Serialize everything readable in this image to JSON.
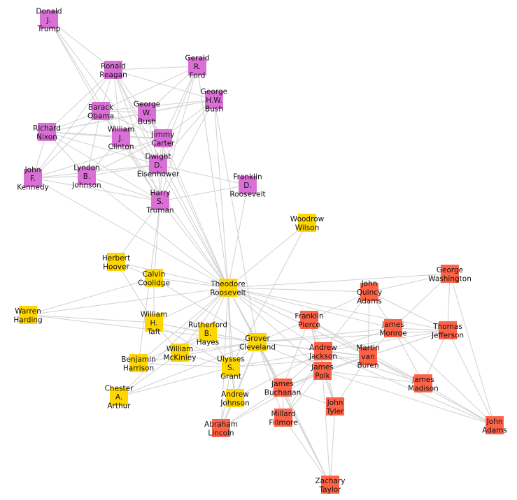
{
  "colors": {
    "modern": "#da70d6",
    "middle": "#ffd700",
    "early": "#ff6347",
    "edge": "#d0d0d0"
  },
  "nodes": [
    {
      "id": "trump",
      "label": [
        "Donald",
        "J.",
        "Trump"
      ],
      "group": "modern"
    },
    {
      "id": "reagan",
      "label": [
        "Ronald",
        "Reagan"
      ],
      "group": "modern"
    },
    {
      "id": "ford",
      "label": [
        "Gerald",
        "R.",
        "Ford"
      ],
      "group": "modern"
    },
    {
      "id": "ghwbush",
      "label": [
        "George",
        "H.W.",
        "Bush"
      ],
      "group": "modern"
    },
    {
      "id": "gwbush",
      "label": [
        "George",
        "W.",
        "Bush"
      ],
      "group": "modern"
    },
    {
      "id": "obama",
      "label": [
        "Barack",
        "Obama"
      ],
      "group": "modern"
    },
    {
      "id": "nixon",
      "label": [
        "Richard",
        "Nixon"
      ],
      "group": "modern"
    },
    {
      "id": "clinton",
      "label": [
        "William",
        "J.",
        "Clinton"
      ],
      "group": "modern"
    },
    {
      "id": "carter",
      "label": [
        "Jimmy",
        "Carter"
      ],
      "group": "modern"
    },
    {
      "id": "jfk",
      "label": [
        "John",
        "F.",
        "Kennedy"
      ],
      "group": "modern"
    },
    {
      "id": "lbj",
      "label": [
        "Lyndon",
        "B.",
        "Johnson"
      ],
      "group": "modern"
    },
    {
      "id": "eisenhower",
      "label": [
        "Dwight",
        "D.",
        "Eisenhower"
      ],
      "group": "modern"
    },
    {
      "id": "truman",
      "label": [
        "Harry",
        "S.",
        "Truman"
      ],
      "group": "modern"
    },
    {
      "id": "fdr",
      "label": [
        "Franklin",
        "D.",
        "Roosevelt"
      ],
      "group": "modern"
    },
    {
      "id": "wilson",
      "label": [
        "Woodrow",
        "Wilson"
      ],
      "group": "middle"
    },
    {
      "id": "hoover",
      "label": [
        "Herbert",
        "Hoover"
      ],
      "group": "middle"
    },
    {
      "id": "coolidge",
      "label": [
        "Calvin",
        "Coolidge"
      ],
      "group": "middle"
    },
    {
      "id": "troosevelt",
      "label": [
        "Theodore",
        "Roosevelt"
      ],
      "group": "middle"
    },
    {
      "id": "harding",
      "label": [
        "Warren",
        "Harding"
      ],
      "group": "middle"
    },
    {
      "id": "taft",
      "label": [
        "William",
        "H.",
        "Taft"
      ],
      "group": "middle"
    },
    {
      "id": "hayes",
      "label": [
        "Rutherford",
        "B.",
        "Hayes"
      ],
      "group": "middle"
    },
    {
      "id": "bharrison",
      "label": [
        "Benjamin",
        "Harrison"
      ],
      "group": "middle"
    },
    {
      "id": "mckinley",
      "label": [
        "William",
        "McKinley"
      ],
      "group": "middle"
    },
    {
      "id": "cleveland",
      "label": [
        "Grover",
        "Cleveland"
      ],
      "group": "middle"
    },
    {
      "id": "grant",
      "label": [
        "Ulysses",
        "S.",
        "Grant"
      ],
      "group": "middle"
    },
    {
      "id": "arthur",
      "label": [
        "Chester",
        "A.",
        "Arthur"
      ],
      "group": "middle"
    },
    {
      "id": "ajohnson",
      "label": [
        "Andrew",
        "Johnson"
      ],
      "group": "middle"
    },
    {
      "id": "lincoln",
      "label": [
        "Abraham",
        "Lincoln"
      ],
      "group": "early"
    },
    {
      "id": "buchanan",
      "label": [
        "James",
        "Buchanan"
      ],
      "group": "early"
    },
    {
      "id": "fillmore",
      "label": [
        "Millard",
        "Fillmore"
      ],
      "group": "early"
    },
    {
      "id": "pierce",
      "label": [
        "Franklin",
        "Pierce"
      ],
      "group": "early"
    },
    {
      "id": "jackson",
      "label": [
        "Andrew",
        "Jackson"
      ],
      "group": "early"
    },
    {
      "id": "polk",
      "label": [
        "James",
        "Polk"
      ],
      "group": "early"
    },
    {
      "id": "tyler",
      "label": [
        "John",
        "Tyler"
      ],
      "group": "early"
    },
    {
      "id": "taylor",
      "label": [
        "Zachary",
        "Taylor"
      ],
      "group": "early"
    },
    {
      "id": "mvb",
      "label": [
        "Martin",
        "van",
        "Buren"
      ],
      "group": "early"
    },
    {
      "id": "jqa",
      "label": [
        "John",
        "Quincy",
        "Adams"
      ],
      "group": "early"
    },
    {
      "id": "monroe",
      "label": [
        "James",
        "Monroe"
      ],
      "group": "early"
    },
    {
      "id": "washington",
      "label": [
        "George",
        "Washington"
      ],
      "group": "early"
    },
    {
      "id": "jefferson",
      "label": [
        "Thomas",
        "Jefferson"
      ],
      "group": "early"
    },
    {
      "id": "madison",
      "label": [
        "James",
        "Madison"
      ],
      "group": "early"
    },
    {
      "id": "jadams",
      "label": [
        "John",
        "Adams"
      ],
      "group": "early"
    }
  ],
  "edges": [
    [
      "trump",
      "reagan"
    ],
    [
      "trump",
      "obama"
    ],
    [
      "trump",
      "clinton"
    ],
    [
      "trump",
      "eisenhower"
    ],
    [
      "reagan",
      "ford"
    ],
    [
      "reagan",
      "ghwbush"
    ],
    [
      "reagan",
      "obama"
    ],
    [
      "reagan",
      "nixon"
    ],
    [
      "reagan",
      "clinton"
    ],
    [
      "reagan",
      "carter"
    ],
    [
      "reagan",
      "eisenhower"
    ],
    [
      "reagan",
      "truman"
    ],
    [
      "reagan",
      "troosevelt"
    ],
    [
      "ford",
      "gwbush"
    ],
    [
      "ford",
      "obama"
    ],
    [
      "ford",
      "carter"
    ],
    [
      "ford",
      "eisenhower"
    ],
    [
      "ford",
      "truman"
    ],
    [
      "ford",
      "troosevelt"
    ],
    [
      "ghwbush",
      "gwbush"
    ],
    [
      "ghwbush",
      "obama"
    ],
    [
      "ghwbush",
      "nixon"
    ],
    [
      "ghwbush",
      "carter"
    ],
    [
      "ghwbush",
      "eisenhower"
    ],
    [
      "ghwbush",
      "truman"
    ],
    [
      "ghwbush",
      "troosevelt"
    ],
    [
      "ghwbush",
      "cleveland"
    ],
    [
      "gwbush",
      "obama"
    ],
    [
      "gwbush",
      "nixon"
    ],
    [
      "gwbush",
      "clinton"
    ],
    [
      "gwbush",
      "carter"
    ],
    [
      "gwbush",
      "eisenhower"
    ],
    [
      "gwbush",
      "troosevelt"
    ],
    [
      "obama",
      "nixon"
    ],
    [
      "obama",
      "clinton"
    ],
    [
      "obama",
      "lbj"
    ],
    [
      "obama",
      "jfk"
    ],
    [
      "obama",
      "carter"
    ],
    [
      "obama",
      "truman"
    ],
    [
      "nixon",
      "clinton"
    ],
    [
      "nixon",
      "carter"
    ],
    [
      "nixon",
      "jfk"
    ],
    [
      "nixon",
      "lbj"
    ],
    [
      "nixon",
      "eisenhower"
    ],
    [
      "nixon",
      "truman"
    ],
    [
      "clinton",
      "carter"
    ],
    [
      "clinton",
      "lbj"
    ],
    [
      "clinton",
      "eisenhower"
    ],
    [
      "clinton",
      "truman"
    ],
    [
      "clinton",
      "troosevelt"
    ],
    [
      "carter",
      "lbj"
    ],
    [
      "carter",
      "jfk"
    ],
    [
      "carter",
      "eisenhower"
    ],
    [
      "carter",
      "truman"
    ],
    [
      "carter",
      "troosevelt"
    ],
    [
      "jfk",
      "lbj"
    ],
    [
      "jfk",
      "eisenhower"
    ],
    [
      "jfk",
      "truman"
    ],
    [
      "jfk",
      "troosevelt"
    ],
    [
      "jfk",
      "reagan"
    ],
    [
      "lbj",
      "eisenhower"
    ],
    [
      "lbj",
      "truman"
    ],
    [
      "lbj",
      "troosevelt"
    ],
    [
      "eisenhower",
      "truman"
    ],
    [
      "eisenhower",
      "fdr"
    ],
    [
      "eisenhower",
      "troosevelt"
    ],
    [
      "truman",
      "fdr"
    ],
    [
      "truman",
      "troosevelt"
    ],
    [
      "truman",
      "coolidge"
    ],
    [
      "truman",
      "hoover"
    ],
    [
      "truman",
      "bharrison"
    ],
    [
      "fdr",
      "troosevelt"
    ],
    [
      "wilson",
      "troosevelt"
    ],
    [
      "wilson",
      "grant"
    ],
    [
      "hoover",
      "troosevelt"
    ],
    [
      "hoover",
      "coolidge"
    ],
    [
      "hoover",
      "taft"
    ],
    [
      "coolidge",
      "troosevelt"
    ],
    [
      "coolidge",
      "harding"
    ],
    [
      "coolidge",
      "taft"
    ],
    [
      "coolidge",
      "cleveland"
    ],
    [
      "harding",
      "troosevelt"
    ],
    [
      "harding",
      "taft"
    ],
    [
      "harding",
      "cleveland"
    ],
    [
      "troosevelt",
      "taft"
    ],
    [
      "troosevelt",
      "hayes"
    ],
    [
      "troosevelt",
      "bharrison"
    ],
    [
      "troosevelt",
      "mckinley"
    ],
    [
      "troosevelt",
      "cleveland"
    ],
    [
      "troosevelt",
      "grant"
    ],
    [
      "troosevelt",
      "arthur"
    ],
    [
      "troosevelt",
      "ajohnson"
    ],
    [
      "troosevelt",
      "lincoln"
    ],
    [
      "troosevelt",
      "buchanan"
    ],
    [
      "troosevelt",
      "pierce"
    ],
    [
      "troosevelt",
      "jackson"
    ],
    [
      "troosevelt",
      "polk"
    ],
    [
      "troosevelt",
      "mvb"
    ],
    [
      "troosevelt",
      "jqa"
    ],
    [
      "troosevelt",
      "washington"
    ],
    [
      "troosevelt",
      "jefferson"
    ],
    [
      "troosevelt",
      "madison"
    ],
    [
      "troosevelt",
      "monroe"
    ],
    [
      "troosevelt",
      "taylor"
    ],
    [
      "taft",
      "hayes"
    ],
    [
      "taft",
      "mckinley"
    ],
    [
      "taft",
      "cleveland"
    ],
    [
      "taft",
      "grant"
    ],
    [
      "hayes",
      "cleveland"
    ],
    [
      "hayes",
      "grant"
    ],
    [
      "hayes",
      "mckinley"
    ],
    [
      "hayes",
      "bharrison"
    ],
    [
      "bharrison",
      "cleveland"
    ],
    [
      "bharrison",
      "grant"
    ],
    [
      "mckinley",
      "cleveland"
    ],
    [
      "mckinley",
      "grant"
    ],
    [
      "mckinley",
      "arthur"
    ],
    [
      "arthur",
      "cleveland"
    ],
    [
      "arthur",
      "grant"
    ],
    [
      "cleveland",
      "grant"
    ],
    [
      "cleveland",
      "ajohnson"
    ],
    [
      "cleveland",
      "lincoln"
    ],
    [
      "cleveland",
      "buchanan"
    ],
    [
      "cleveland",
      "fillmore"
    ],
    [
      "cleveland",
      "pierce"
    ],
    [
      "cleveland",
      "jackson"
    ],
    [
      "cleveland",
      "polk"
    ],
    [
      "cleveland",
      "mvb"
    ],
    [
      "cleveland",
      "monroe"
    ],
    [
      "cleveland",
      "jefferson"
    ],
    [
      "cleveland",
      "taylor"
    ],
    [
      "grant",
      "ajohnson"
    ],
    [
      "grant",
      "lincoln"
    ],
    [
      "grant",
      "jackson"
    ],
    [
      "grant",
      "mvb"
    ],
    [
      "ajohnson",
      "lincoln"
    ],
    [
      "ajohnson",
      "jackson"
    ],
    [
      "lincoln",
      "polk"
    ],
    [
      "lincoln",
      "buchanan"
    ],
    [
      "buchanan",
      "fillmore"
    ],
    [
      "buchanan",
      "pierce"
    ],
    [
      "buchanan",
      "jackson"
    ],
    [
      "buchanan",
      "polk"
    ],
    [
      "buchanan",
      "tyler"
    ],
    [
      "buchanan",
      "taylor"
    ],
    [
      "buchanan",
      "mvb"
    ],
    [
      "fillmore",
      "jackson"
    ],
    [
      "fillmore",
      "polk"
    ],
    [
      "fillmore",
      "taylor"
    ],
    [
      "pierce",
      "jackson"
    ],
    [
      "pierce",
      "polk"
    ],
    [
      "pierce",
      "mvb"
    ],
    [
      "pierce",
      "tyler"
    ],
    [
      "pierce",
      "jqa"
    ],
    [
      "pierce",
      "madison"
    ],
    [
      "jackson",
      "polk"
    ],
    [
      "jackson",
      "mvb"
    ],
    [
      "jackson",
      "jqa"
    ],
    [
      "jackson",
      "monroe"
    ],
    [
      "jackson",
      "jefferson"
    ],
    [
      "jackson",
      "madison"
    ],
    [
      "jackson",
      "jadams"
    ],
    [
      "jackson",
      "tyler"
    ],
    [
      "polk",
      "tyler"
    ],
    [
      "polk",
      "taylor"
    ],
    [
      "polk",
      "mvb"
    ],
    [
      "polk",
      "jadams"
    ],
    [
      "polk",
      "madison"
    ],
    [
      "polk",
      "jefferson"
    ],
    [
      "tyler",
      "taylor"
    ],
    [
      "tyler",
      "mvb"
    ],
    [
      "mvb",
      "jqa"
    ],
    [
      "mvb",
      "monroe"
    ],
    [
      "mvb",
      "jefferson"
    ],
    [
      "mvb",
      "madison"
    ],
    [
      "mvb",
      "jadams"
    ],
    [
      "jqa",
      "monroe"
    ],
    [
      "jqa",
      "washington"
    ],
    [
      "jqa",
      "jefferson"
    ],
    [
      "monroe",
      "washington"
    ],
    [
      "monroe",
      "jefferson"
    ],
    [
      "monroe",
      "madison"
    ],
    [
      "monroe",
      "jadams"
    ],
    [
      "washington",
      "jefferson"
    ],
    [
      "washington",
      "jadams"
    ],
    [
      "jefferson",
      "madison"
    ],
    [
      "jefferson",
      "jadams"
    ],
    [
      "madison",
      "jadams"
    ]
  ]
}
